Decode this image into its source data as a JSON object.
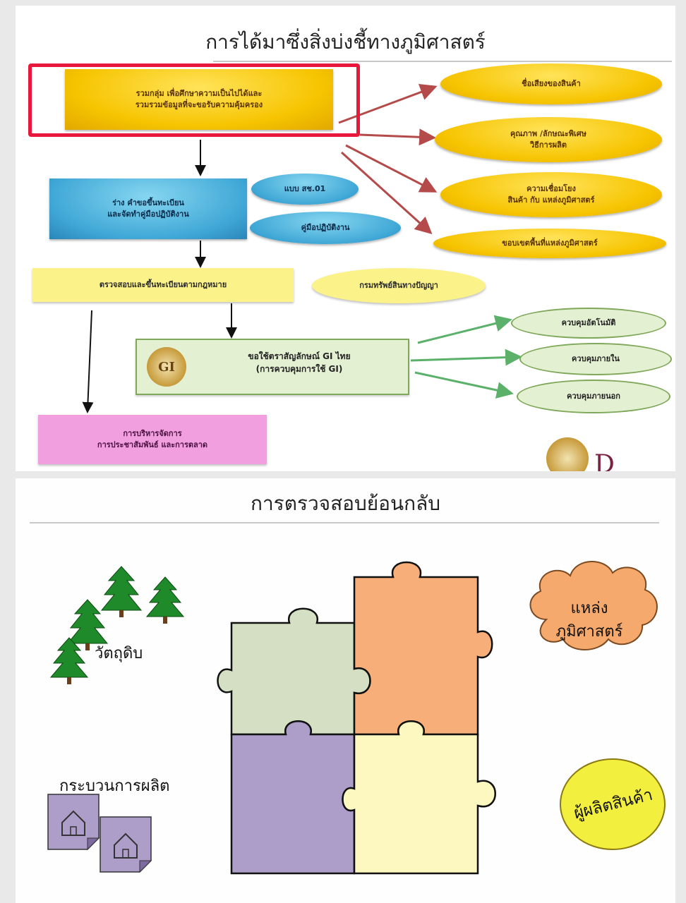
{
  "slide1": {
    "title": "การได้มาซึ่งสิ่งบ่งชี้ทางภูมิศาสตร์",
    "step1": "รวมกลุ่ม  เพื่อศึกษาความเป็นไปได้และ\nรวมรวมข้อมูลที่จะขอรับความคุ้มครอง",
    "step2": "ร่าง คำขอขึ้นทะเบียน\nและจัดทำคู่มือปฏิบัติงาน",
    "step3": "ตรวจสอบและขึ้นทะเบียนตามกฎหมาย",
    "step4": "ขอใช้ตราสัญลักษณ์ GI ไทย\n(การควบคุมการใช้ GI)",
    "step5": "การบริหารจัดการ\nการประชาสัมพันธ์ และการตลาด",
    "data_items": [
      "ชื่อเสียงของสินค้า",
      "คุณภาพ /ลักษณะพิเศษ\nวิธีการผลิต",
      "ความเชื่อมโยง\nสินค้า กับ แหล่งภูมิศาสตร์",
      "ขอบเขตพื้นที่แหล่งภูมิศาสตร์"
    ],
    "forms": [
      "แบบ สช.01",
      "คู่มือปฏิบัติงาน"
    ],
    "agency": "กรมทรัพย์สินทางปัญญา",
    "controls": [
      "ควบคุมอัตโนมัติ",
      "ควบคุมภายใน",
      "ควบคุมภายนอก"
    ],
    "gi_logo_text": "GI",
    "colors": {
      "highlight": "#e8173c",
      "gold": "#f6c400",
      "blue": "#3fa7d6",
      "cream": "#fbf28a",
      "pink": "#f29fe0",
      "mint": "#e4f0d2",
      "red_arrow": "#b44a4a",
      "green_arrow": "#5bb06a"
    }
  },
  "slide2": {
    "title": "การตรวจสอบย้อนกลับ",
    "raw_material": "วัตถุดิบ",
    "process": "กระบวนการผลิต",
    "source": "แหล่ง\nภูมิศาสตร์",
    "producer": "ผู้ผลิตสินค้า",
    "colors": {
      "sage": "#d4dfc4",
      "orange": "#f7ae78",
      "purple": "#ad9dc9",
      "cream": "#fdf7c0",
      "tree": "#1f8a2a",
      "cloud": "#f6a96c",
      "yellow": "#f3ef3f"
    }
  }
}
